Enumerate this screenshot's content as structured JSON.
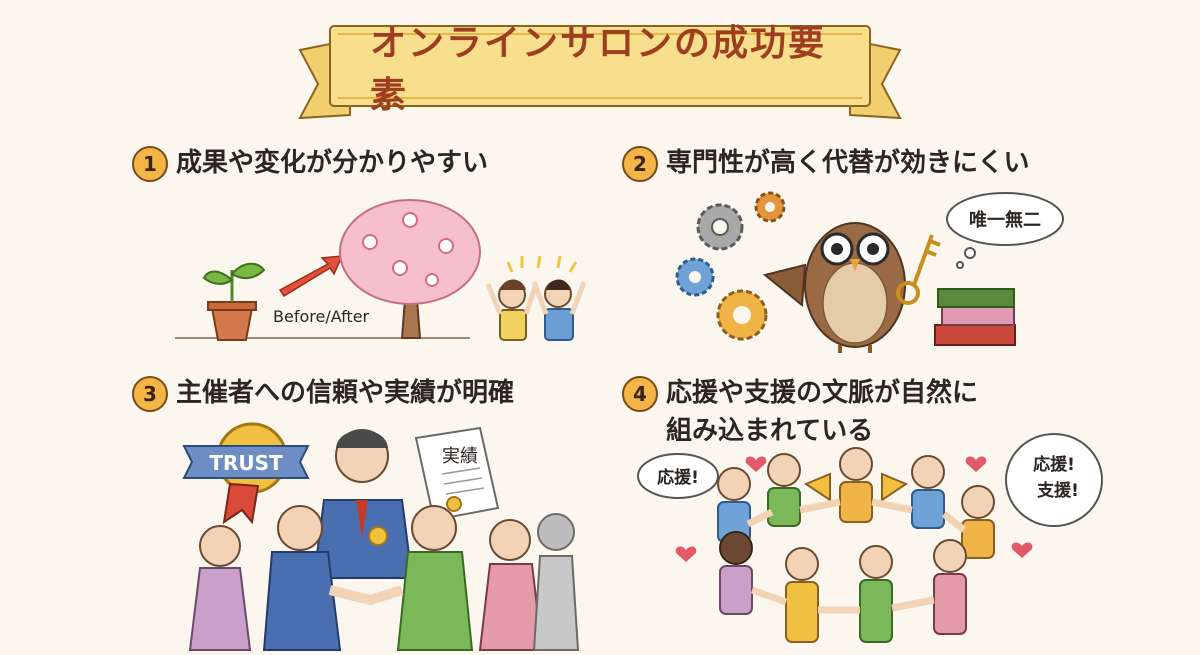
{
  "title": "オンラインサロンの成功要素",
  "points": [
    {
      "num": "1",
      "lines": [
        "成果や変化が分かりやすい"
      ]
    },
    {
      "num": "2",
      "lines": [
        "専門性が高く代替が効きにくい"
      ]
    },
    {
      "num": "3",
      "lines": [
        "主催者への信頼や実績が明確"
      ]
    },
    {
      "num": "4",
      "lines": [
        "応援や支援の文脈が自然に",
        "組み込まれている"
      ]
    }
  ],
  "scene1": {
    "label": "Before/After"
  },
  "scene2": {
    "bubble": "唯一無二"
  },
  "scene3": {
    "badge": "TRUST",
    "scroll": "実績"
  },
  "scene4": {
    "bubble_left": "応援!",
    "bubble_right_1": "応援!",
    "bubble_right_2": "支援!"
  },
  "colors": {
    "title": "#9e3d1f",
    "banner": "#f7df8e",
    "number_badge": "#f3b548"
  }
}
